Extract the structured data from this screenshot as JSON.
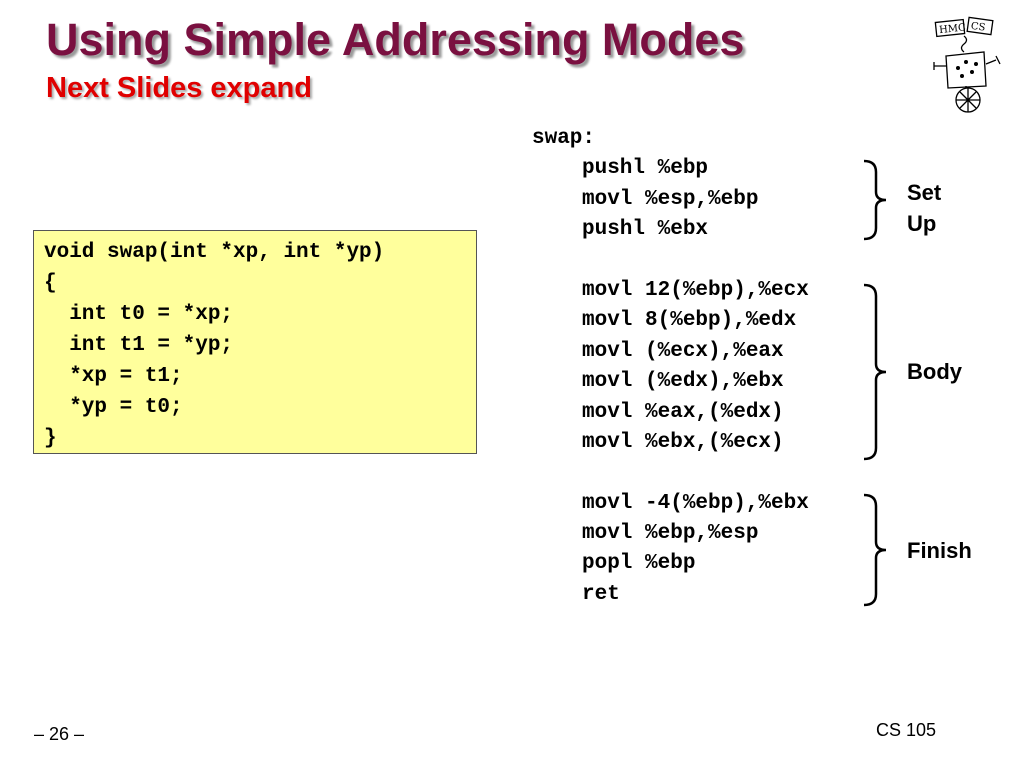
{
  "slide": {
    "title": "Using Simple Addressing Modes",
    "subtitle": "Next Slides expand"
  },
  "c_code": {
    "lines": [
      "void swap(int *xp, int *yp)",
      "{",
      "  int t0 = *xp;",
      "  int t1 = *yp;",
      "  *xp = t1;",
      "  *yp = t0;",
      "}"
    ]
  },
  "assembly": {
    "label": "swap:",
    "setup": [
      "pushl %ebp",
      "movl %esp,%ebp",
      "pushl %ebx"
    ],
    "body": [
      "movl 12(%ebp),%ecx",
      "movl 8(%ebp),%edx",
      "movl (%ecx),%eax",
      "movl (%edx),%ebx",
      "movl %eax,(%edx)",
      "movl %ebx,(%ecx)"
    ],
    "finish": [
      "movl -4(%ebp),%ebx",
      "movl %ebp,%esp",
      "popl %ebp",
      "ret"
    ]
  },
  "sections": {
    "setup_label_line1": "Set",
    "setup_label_line2": "Up",
    "body_label": "Body",
    "finish_label": "Finish"
  },
  "logo": {
    "text_left": "HMC",
    "text_right": "CS"
  },
  "footer": {
    "page_number": "– 26 –",
    "course": "CS 105"
  },
  "colors": {
    "title": "#7a1040",
    "subtitle": "#e00000",
    "code_box_background": "#ffff9c"
  }
}
